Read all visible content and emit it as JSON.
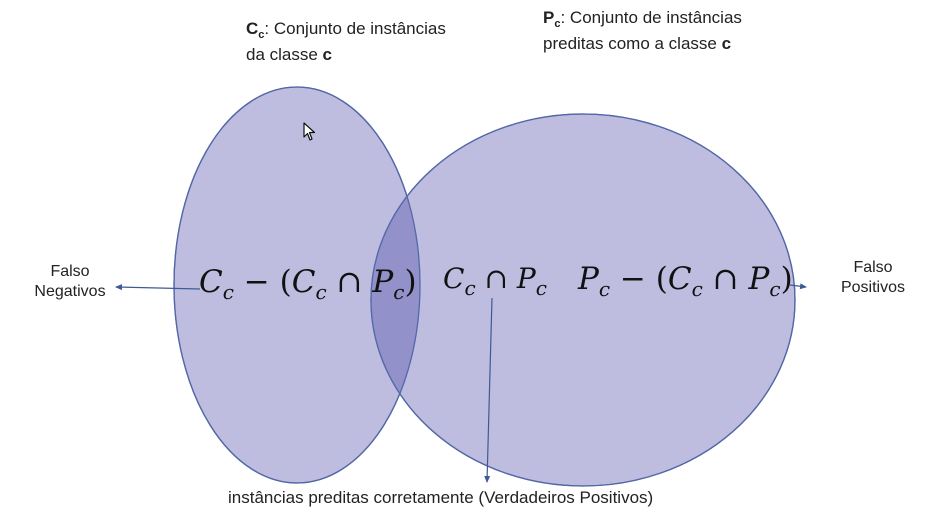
{
  "colors": {
    "circle_fill": "#bebde0",
    "circle_stroke": "#5468a8",
    "intersection_fill": "#9291c9",
    "arrow": "#3e5a95"
  },
  "labels": {
    "class_set": {
      "symbol": "C",
      "subscript": "c",
      "text_line1": ": Conjunto de instâncias",
      "text_line2_prefix": "da classe ",
      "text_line2_bold": "c"
    },
    "predicted_set": {
      "symbol": "P",
      "subscript": "c",
      "text_line1": ": Conjunto de instâncias",
      "text_line2_prefix": "preditas como a classe ",
      "text_line2_bold": "c"
    },
    "false_negatives": {
      "line1": "Falso",
      "line2": "Negativos"
    },
    "false_positives": {
      "line1": "Falso",
      "line2": "Positivos"
    },
    "true_positives": "instâncias preditas corretamente (Verdadeiros Positivos)"
  },
  "formulas": {
    "left": "C_c − (C_c ∩ P_c)",
    "middle": "C_c ∩ P_c",
    "right": "P_c − (C_c ∩ P_c)"
  },
  "icons": {
    "cursor": "mouse-pointer-icon"
  }
}
